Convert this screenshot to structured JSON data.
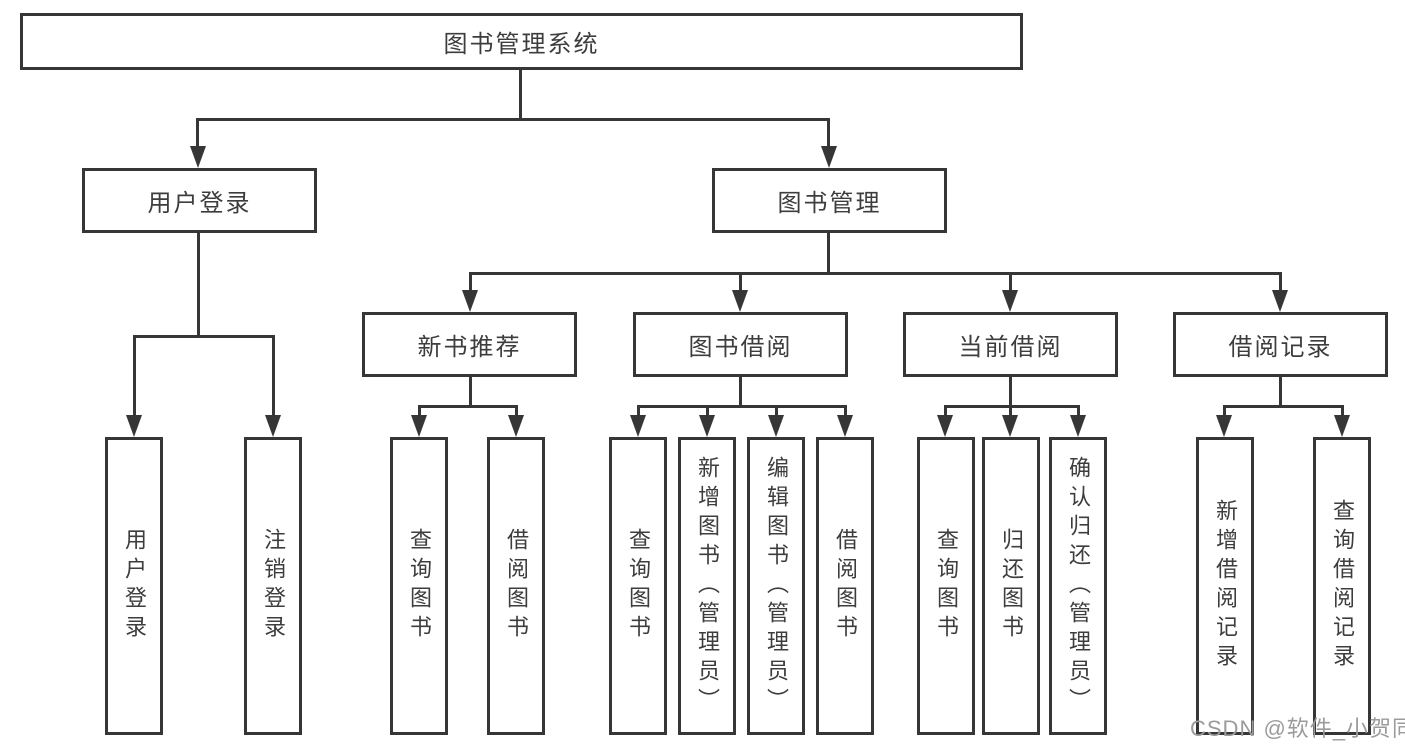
{
  "diagram": {
    "title": "图书管理系统",
    "root": {
      "label": "图书管理系统"
    },
    "level2": [
      {
        "label": "用户登录"
      },
      {
        "label": "图书管理"
      }
    ],
    "level3": [
      {
        "label": "新书推荐"
      },
      {
        "label": "图书借阅"
      },
      {
        "label": "当前借阅"
      },
      {
        "label": "借阅记录"
      }
    ],
    "leaves": {
      "user_login": [
        {
          "label": "用户登录"
        },
        {
          "label": "注销登录"
        }
      ],
      "new_book": [
        {
          "label": "查询图书"
        },
        {
          "label": "借阅图书"
        }
      ],
      "book_borrow": [
        {
          "label": "查询图书"
        },
        {
          "label": "新增图书（管理员）"
        },
        {
          "label": "编辑图书（管理员）"
        },
        {
          "label": "借阅图书"
        }
      ],
      "current_borrow": [
        {
          "label": "查询图书"
        },
        {
          "label": "归还图书"
        },
        {
          "label": "确认归还（管理员）"
        }
      ],
      "borrow_records": [
        {
          "label": "新增借阅记录"
        },
        {
          "label": "查询借阅记录"
        }
      ]
    },
    "watermark": "CSDN @软件_小贺同学",
    "colors": {
      "line": "#363636",
      "text": "#3d3d3d",
      "watermark": "#9b9b9b",
      "background": "#ffffff"
    }
  }
}
